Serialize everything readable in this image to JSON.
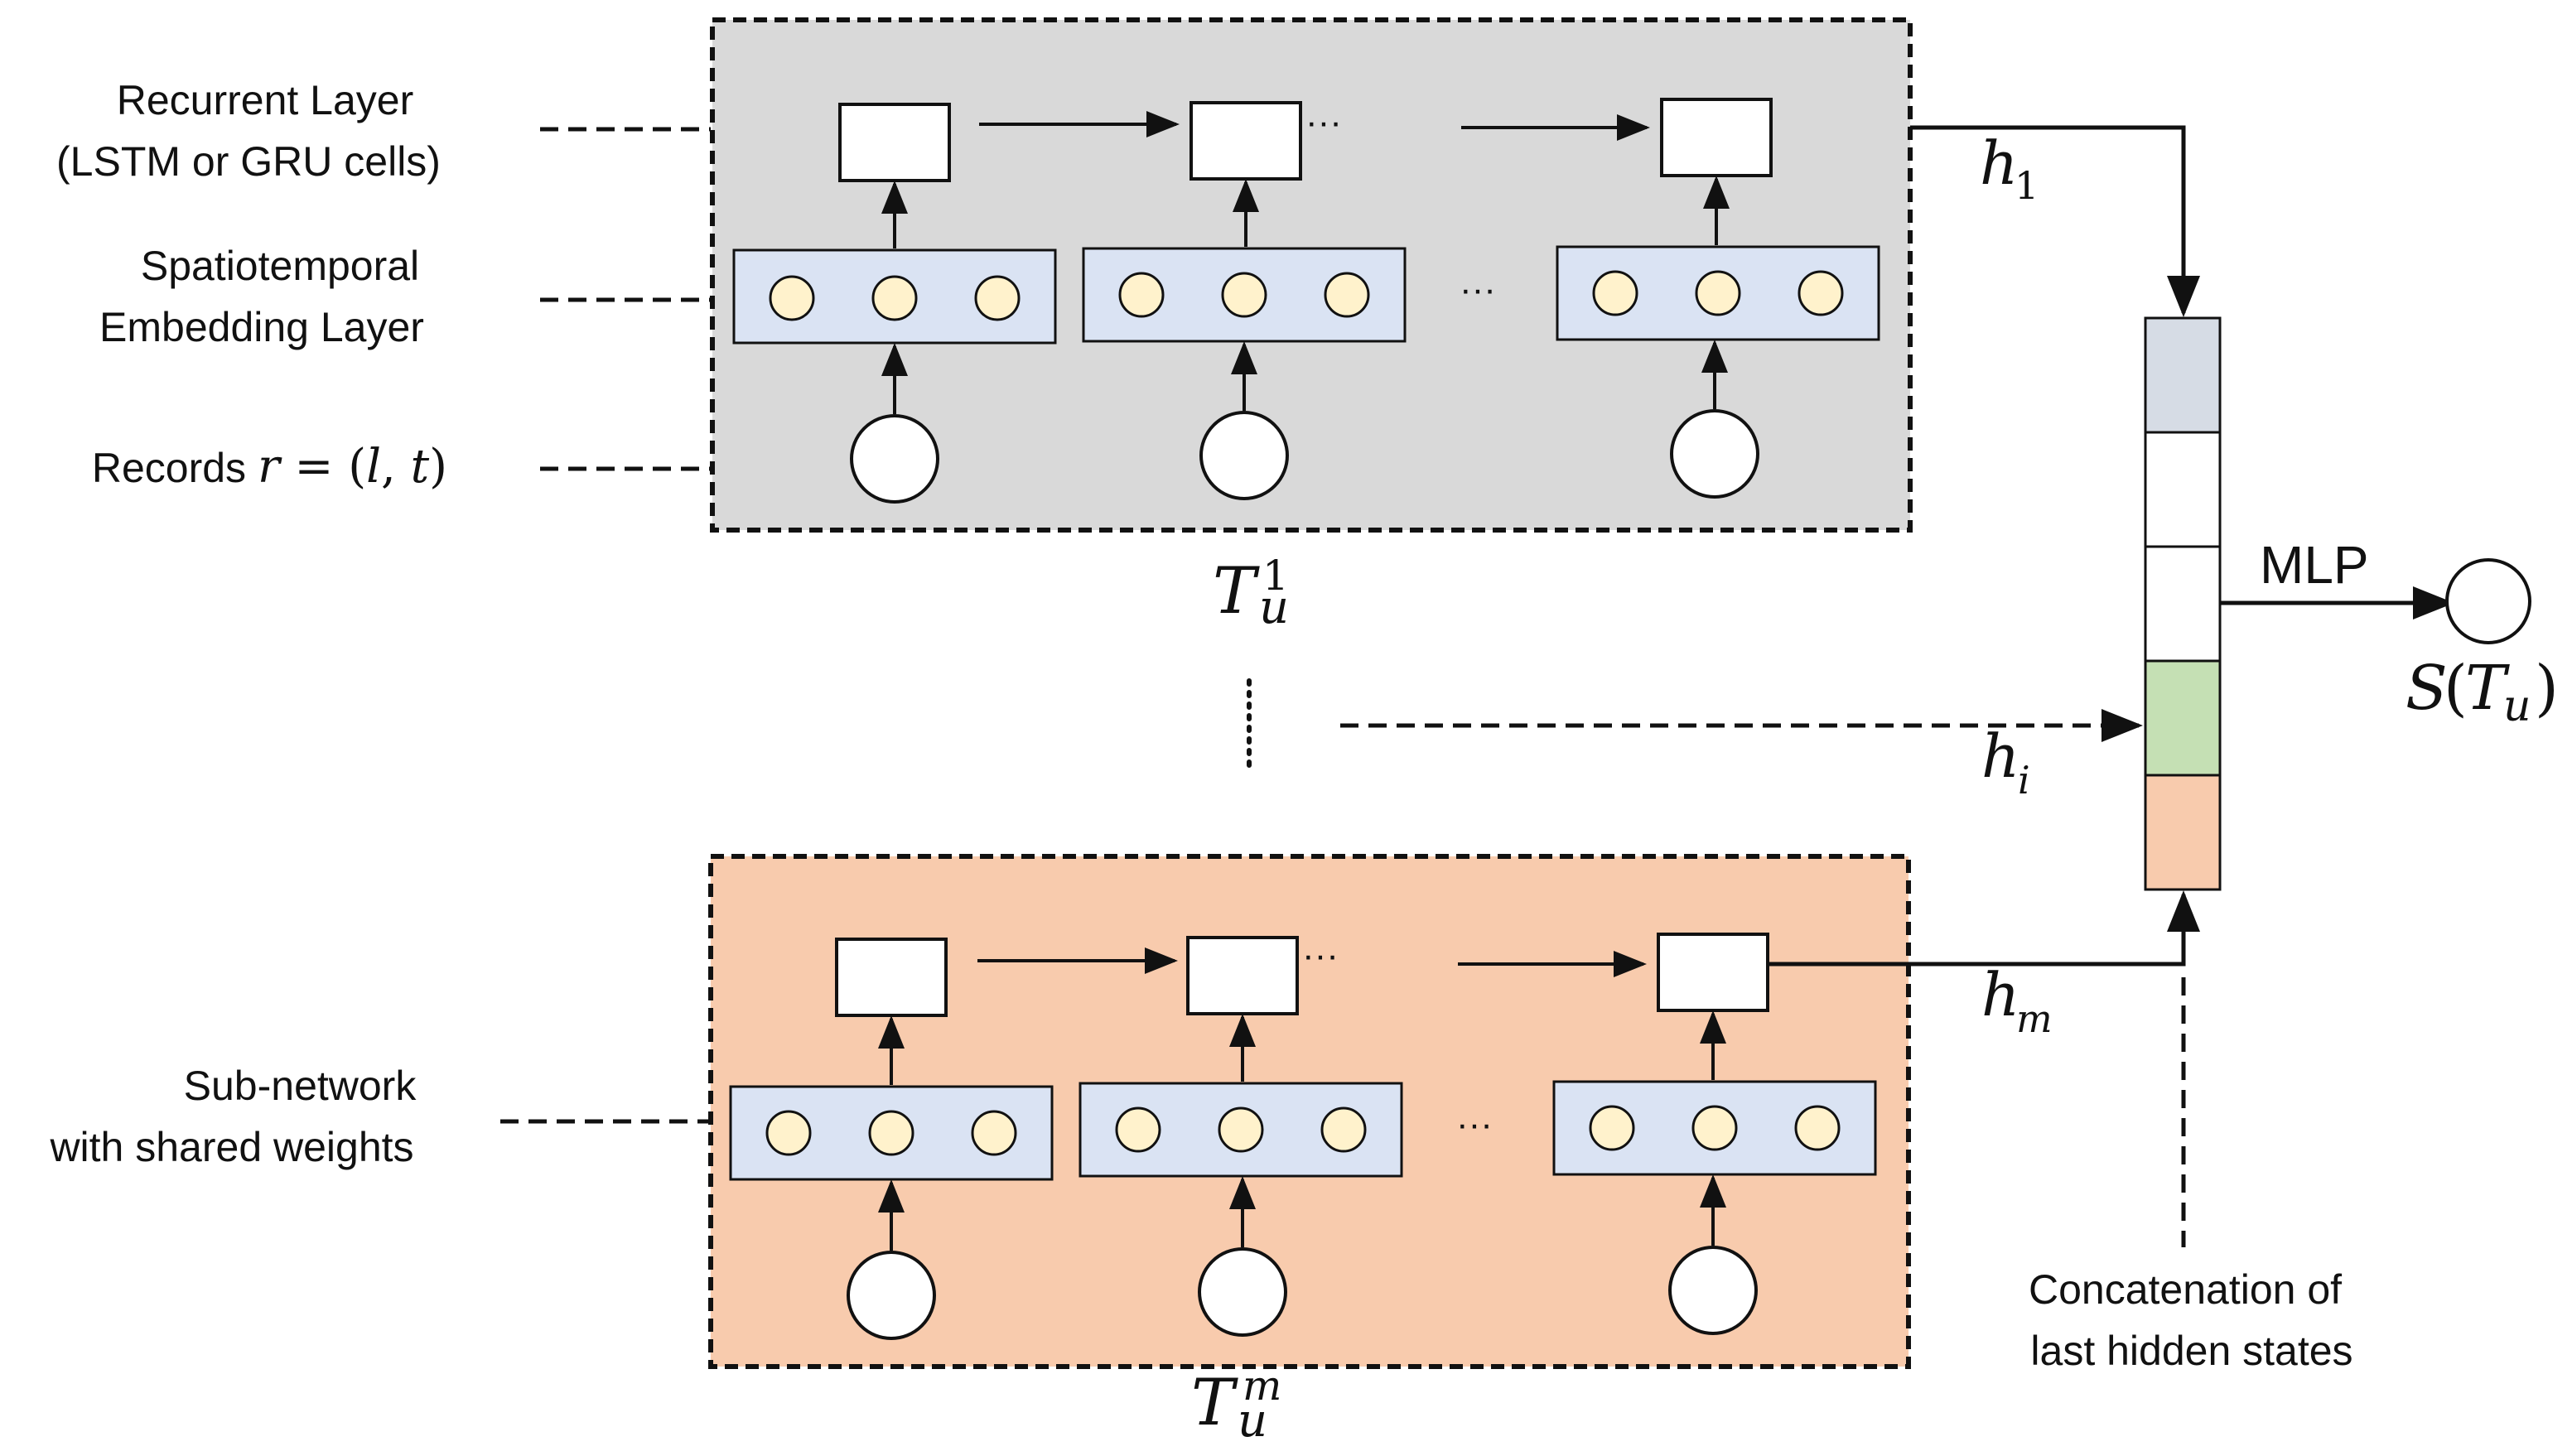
{
  "labels": {
    "recurrent_line1": "Recurrent Layer",
    "recurrent_line2": "(LSTM or GRU cells)",
    "embedding_line1": "Spatiotemporal",
    "embedding_line2": "Embedding  Layer",
    "records_prefix": "Records ",
    "records_r": "r",
    "records_eq": " = (",
    "records_l": "l",
    "records_comma": ", ",
    "records_t": "t",
    "records_close": ")",
    "subnet_line1": "Sub-network",
    "subnet_line2": "with  shared weights",
    "concat_line1": "Concatenation of",
    "concat_line2": "last  hidden states",
    "mlp": "MLP",
    "ellipsis": "···"
  },
  "math": {
    "T": "T",
    "u": "u",
    "sup_first": "1",
    "sup_last": "m",
    "h": "h",
    "h_sub_first": "1",
    "h_sub_i": "i",
    "h_sub_m": "m",
    "S": "S",
    "S_open": "(",
    "S_close": ")"
  },
  "colors": {
    "top_panel": "#d9d9d9",
    "bottom_panel": "#f8cbad",
    "embedding_fill": "#dae3f3",
    "node_fill": "#fff2cc",
    "concat_top": "#d6dce5",
    "concat_middle": "#c5e0b4",
    "concat_bottom": "#f8cbad"
  }
}
